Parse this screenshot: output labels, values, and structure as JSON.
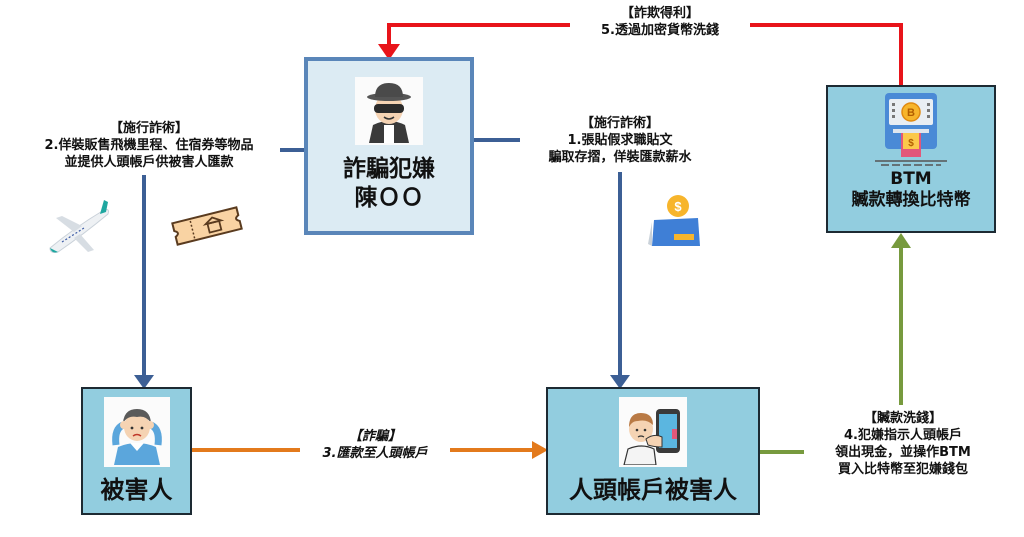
{
  "nodes": {
    "suspect": {
      "line1": "詐騙犯嫌",
      "line2": "陳ＯＯ",
      "icon": "masked-thief-icon"
    },
    "btm": {
      "line1": "BTM",
      "line2": "贓款轉換比特幣",
      "icon": "bitcoin-atm-icon"
    },
    "victim": {
      "line1": "被害人",
      "icon": "distressed-person-icon"
    },
    "mule": {
      "line1": "人頭帳戶被害人",
      "icon": "person-with-phone-icon"
    }
  },
  "edges": {
    "step5": {
      "tag": "【詐欺得利】",
      "text": "5.透過加密貨幣洗錢",
      "color": "#e8141a"
    },
    "step2": {
      "tag": "【施行詐術】",
      "lines": [
        "2.佯裝販售飛機里程、住宿券等物品",
        "並提供人頭帳戶供被害人匯款"
      ],
      "color": "#3c5f95"
    },
    "step1": {
      "tag": "【施行詐術】",
      "lines": [
        "1.張貼假求職貼文",
        "騙取存摺，佯裝匯款薪水"
      ],
      "color": "#3c5f95"
    },
    "step3": {
      "tag": "【詐騙】",
      "text": "3.匯款至人頭帳戶",
      "color": "#e37a1c"
    },
    "step4": {
      "tag": "【贓款洗錢】",
      "lines": [
        "4.犯嫌指示人頭帳戶",
        "領出現金，並操作BTM",
        "買入比特幣至犯嫌錢包"
      ],
      "color": "#779a3e"
    }
  },
  "decorations": [
    "airplane-icon",
    "hotel-voucher-icon",
    "salary-card-icon"
  ]
}
